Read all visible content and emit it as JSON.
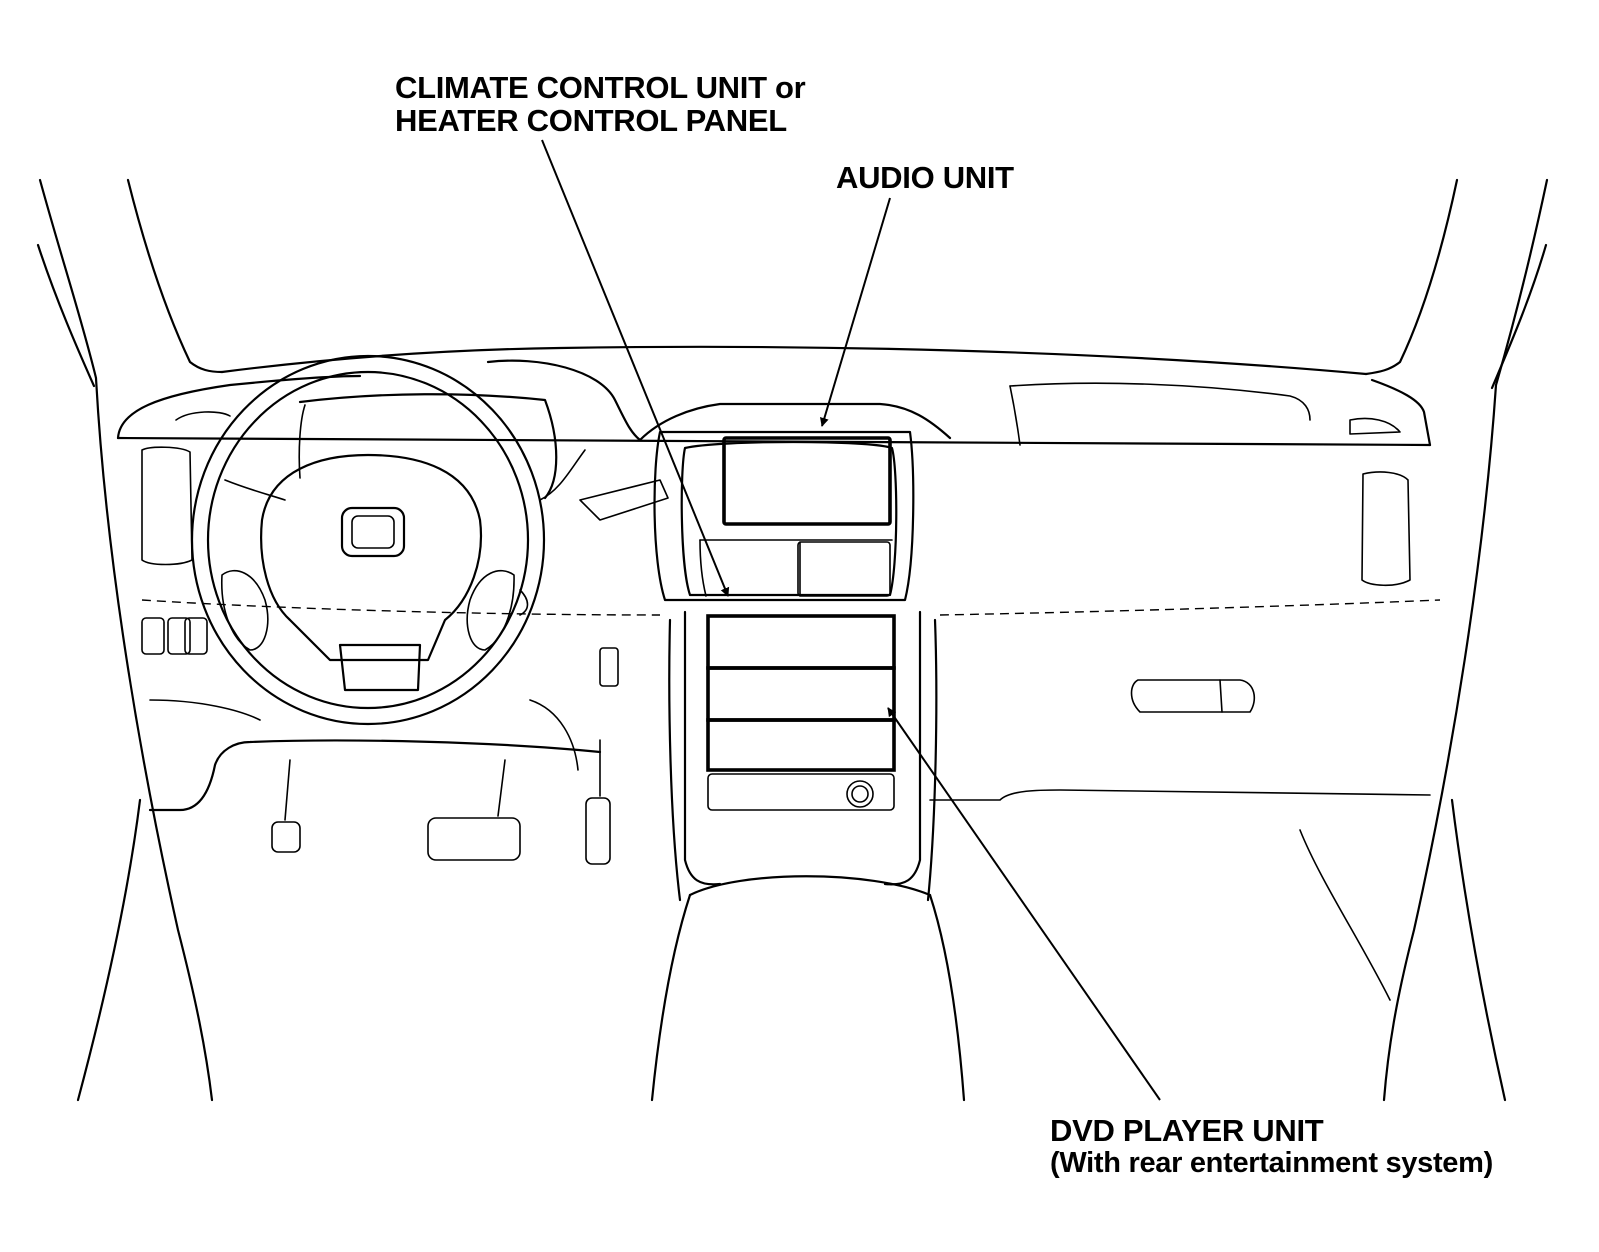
{
  "labels": {
    "climate_line1": "CLIMATE CONTROL UNIT or",
    "climate_line2": "HEATER CONTROL PANEL",
    "audio": "AUDIO UNIT",
    "dvd_line1": "DVD PLAYER UNIT",
    "dvd_line2": "(With rear entertainment system)"
  }
}
